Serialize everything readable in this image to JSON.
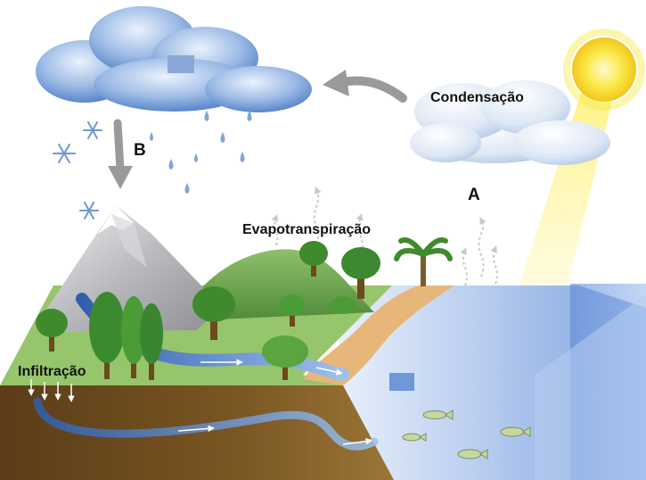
{
  "labels": {
    "condensacao": "Condensação",
    "b": "B",
    "a": "A",
    "evapotranspiracao": "Evapotranspiração",
    "infiltracao": "Infiltração"
  },
  "colors": {
    "sky": "#ffffff",
    "cloud": "#6f9ad3",
    "sun": "#f7e23a",
    "ocean_top": "#a9c3ec",
    "ocean_side": "#4f7fd0",
    "grass": "#8fbf63",
    "soil": "#6b4a1e",
    "mountain": "#a9a9ad",
    "river": "#3e6fbe",
    "sand": "#e7b679"
  }
}
